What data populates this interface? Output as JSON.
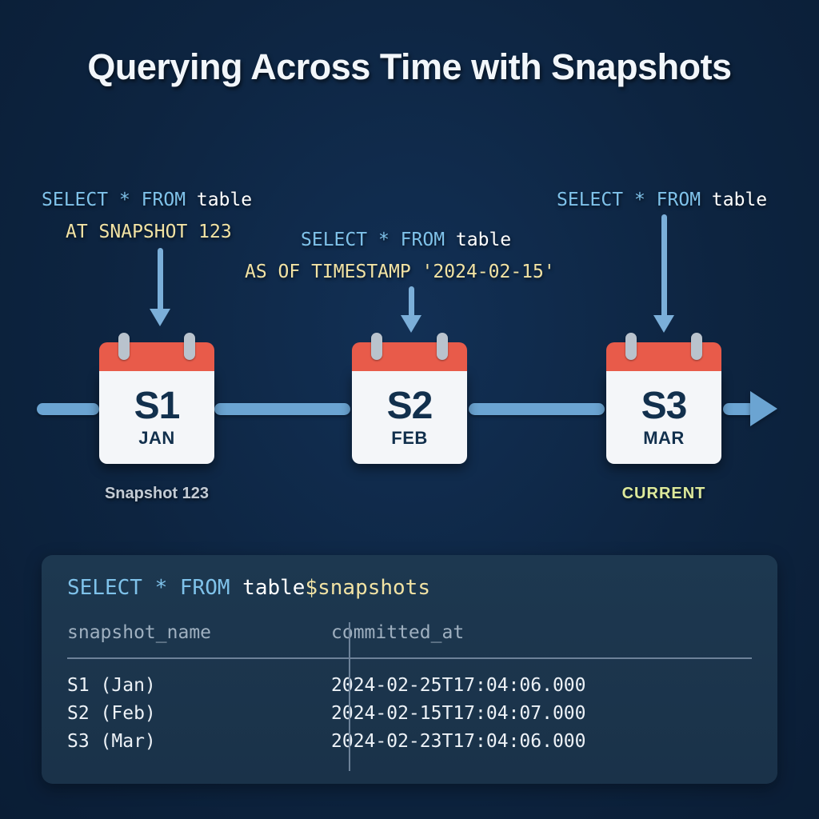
{
  "title": "Querying Across Time with Snapshots",
  "annotations": [
    {
      "id": "snapshot-query",
      "keyword": "SELECT",
      "star": "*",
      "from": "FROM",
      "table": "table",
      "clause": "AT SNAPSHOT 123"
    },
    {
      "id": "timestamp-query",
      "keyword": "SELECT",
      "star": "*",
      "from": "FROM",
      "table": "table",
      "clause": "AS OF TIMESTAMP '2024-02-15'"
    },
    {
      "id": "current-query",
      "keyword": "SELECT",
      "star": "*",
      "from": "FROM",
      "table": "table",
      "clause": ""
    }
  ],
  "timeline": {
    "snapshots": [
      {
        "id": "S1",
        "month": "JAN",
        "caption": "Snapshot 123",
        "caption_style": "muted"
      },
      {
        "id": "S2",
        "month": "FEB",
        "caption": "",
        "caption_style": "muted"
      },
      {
        "id": "S3",
        "month": "MAR",
        "caption": "CURRENT",
        "caption_style": "accent"
      }
    ]
  },
  "panel": {
    "query": {
      "keyword": "SELECT",
      "star": "*",
      "from": "FROM",
      "table": "table",
      "system_table": "$snapshots"
    },
    "columns": [
      "snapshot_name",
      "committed_at"
    ],
    "rows": [
      {
        "snapshot_name": "S1 (Jan)",
        "committed_at": "2024-02-25T17:04:06.000"
      },
      {
        "snapshot_name": "S2 (Feb)",
        "committed_at": "2024-02-15T17:04:07.000"
      },
      {
        "snapshot_name": "S3 (Mar)",
        "committed_at": "2024-02-23T17:04:06.000"
      }
    ]
  },
  "colors": {
    "background": "#0d2440",
    "panel": "#1d3850",
    "accent_blue": "#7bafd9",
    "timeline_blue": "#6ba4d2",
    "calendar_red": "#e85b4a",
    "keyword_blue": "#7fc2ea",
    "clause_gold": "#f2e3a4",
    "current_green": "#dde99b",
    "caption_gray": "#c3cbd4"
  }
}
